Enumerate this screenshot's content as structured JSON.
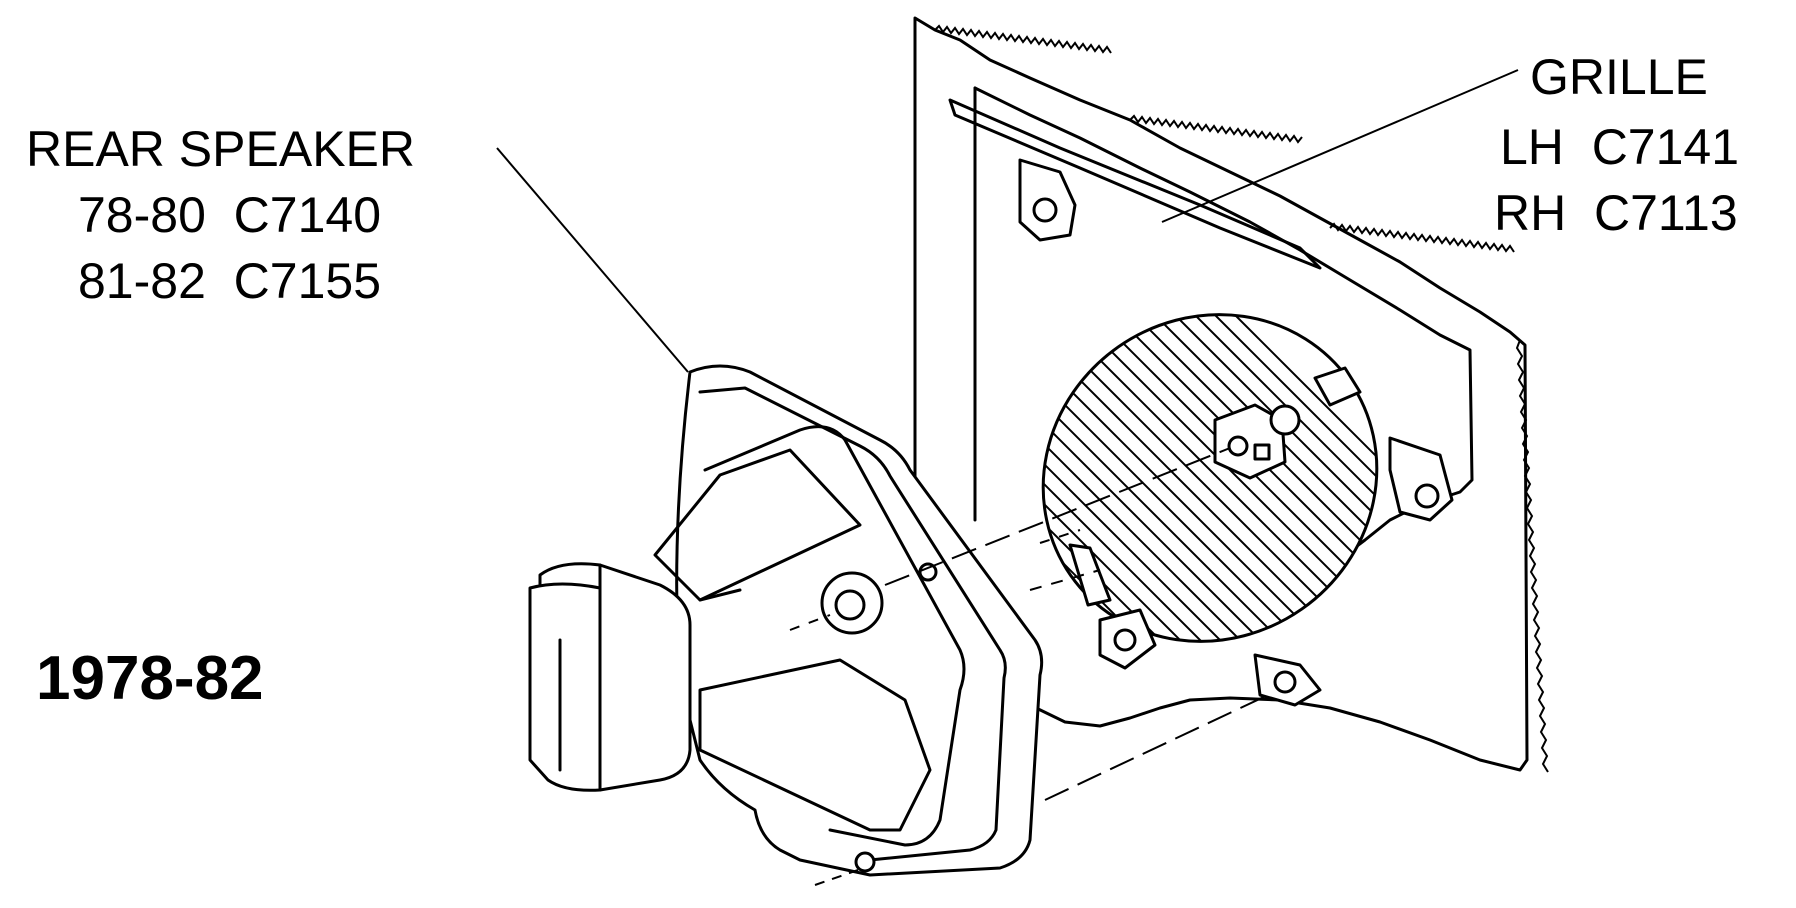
{
  "rear_speaker": {
    "title": "REAR SPEAKER",
    "line1": "78-80  C7140",
    "line2": "81-82  C7155"
  },
  "grille": {
    "title": "GRILLE",
    "line1": "LH  C7141",
    "line2": "RH  C7113"
  },
  "year_range": "1978-82"
}
